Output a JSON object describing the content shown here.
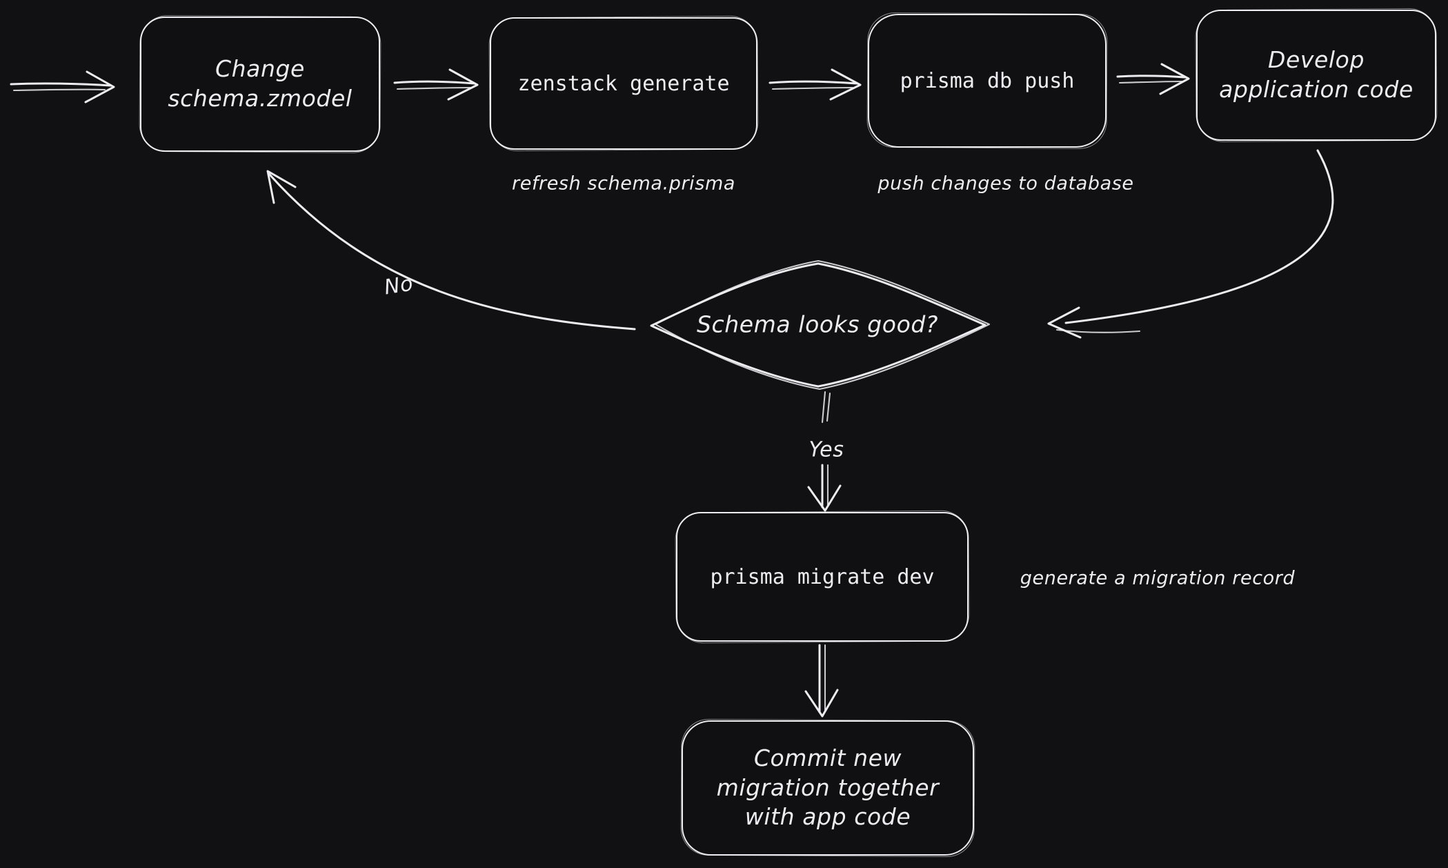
{
  "canvas": {
    "background": "#111113",
    "ink": "#ececf1"
  },
  "nodes": {
    "change_schema": {
      "label": "Change\nschema.zmodel"
    },
    "zenstack_generate": {
      "label": "zenstack generate"
    },
    "prisma_db_push": {
      "label": "prisma db push"
    },
    "develop_app": {
      "label": "Develop\napplication code"
    },
    "decision": {
      "label": "Schema looks good?"
    },
    "prisma_migrate": {
      "label": "prisma migrate dev"
    },
    "commit": {
      "label": "Commit new\nmigration together\nwith app code"
    }
  },
  "captions": {
    "refresh": "refresh schema.prisma",
    "push": "push changes to database",
    "migration_record": "generate a migration record"
  },
  "edge_labels": {
    "no": "No",
    "yes": "Yes"
  }
}
